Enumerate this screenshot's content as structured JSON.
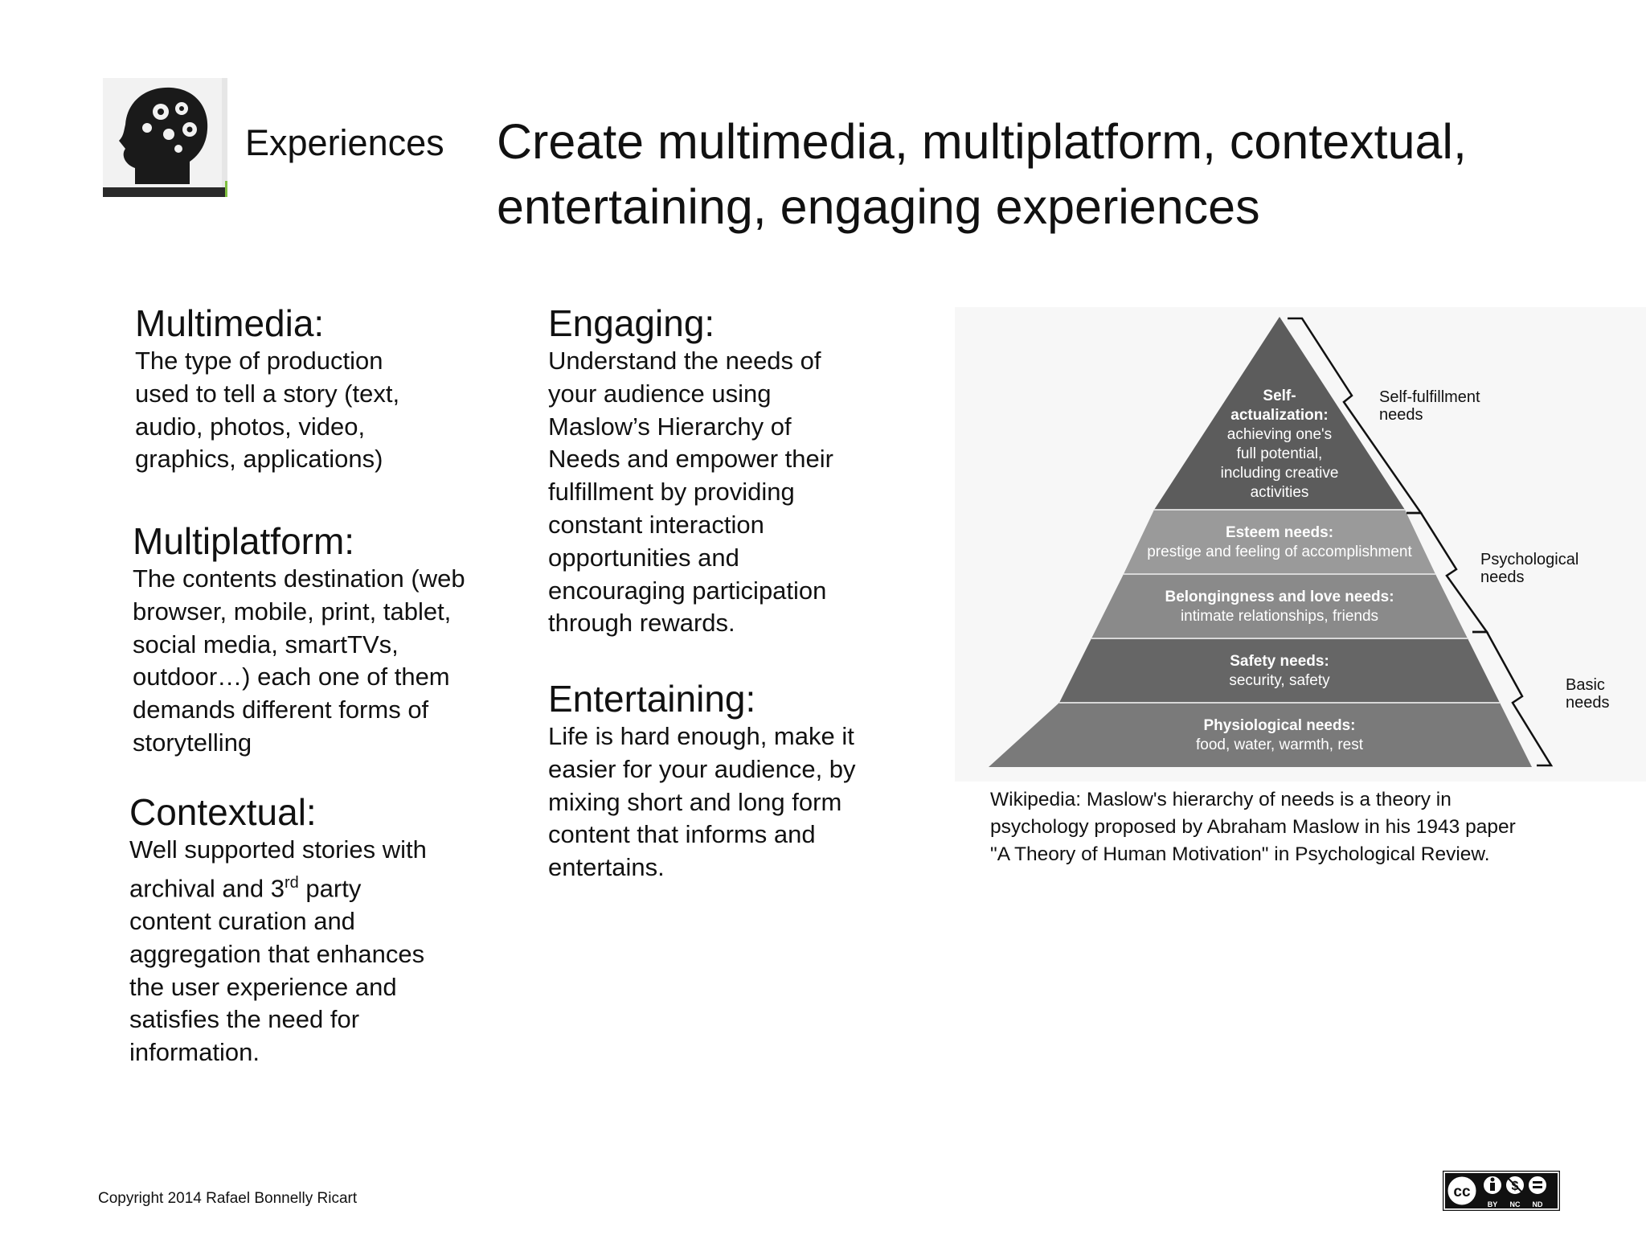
{
  "header": {
    "section_label": "Experiences",
    "title_line1": "Create multimedia, multiplatform, contextual,",
    "title_line2": "entertaining, engaging experiences"
  },
  "sections": {
    "multimedia": {
      "heading": "Multimedia:",
      "lines": [
        "The type of production",
        "used to tell a story (text,",
        "audio, photos, video,",
        "graphics, applications)"
      ]
    },
    "multiplatform": {
      "heading": "Multiplatform:",
      "lines": [
        "The contents destination (web",
        "browser, mobile, print, tablet,",
        "social media, smartTVs,",
        "outdoor…) each one of them",
        "demands different forms of",
        "storytelling"
      ]
    },
    "contextual": {
      "heading": "Contextual:",
      "line1": "Well supported stories with",
      "line2_pre": "archival and 3",
      "line2_sup": "rd",
      "line2_post": " party",
      "lines_rest": [
        "content curation and",
        "aggregation that enhances",
        "the user experience and",
        "satisfies the need for",
        "information."
      ]
    },
    "engaging": {
      "heading": "Engaging:",
      "lines": [
        "Understand the needs of",
        "your audience using",
        "Maslow’s Hierarchy of",
        "Needs and empower their",
        "fulfillment by providing",
        "constant interaction",
        "opportunities and",
        "encouraging participation",
        "through rewards."
      ]
    },
    "entertaining": {
      "heading": "Entertaining:",
      "lines": [
        "Life is hard enough, make it",
        "easier for your audience, by",
        "mixing short and long form",
        "content that informs and",
        "entertains."
      ]
    }
  },
  "pyramid": {
    "levels": [
      {
        "name": "Self-actualization:",
        "name_line1": "Self-",
        "name_line2": "actualization:",
        "desc_lines": [
          "achieving one's",
          "full potential,",
          "including creative",
          "activities"
        ],
        "color": "#5c5c5c"
      },
      {
        "name": "Esteem needs:",
        "desc_lines": [
          "prestige and feeling of accomplishment"
        ],
        "color": "#9a9a9a"
      },
      {
        "name": "Belongingness and love needs:",
        "desc_lines": [
          "intimate relationships, friends"
        ],
        "color": "#8a8a8a"
      },
      {
        "name": "Safety needs:",
        "desc_lines": [
          "security, safety"
        ],
        "color": "#666666"
      },
      {
        "name": "Physiological needs:",
        "desc_lines": [
          "food, water, warmth, rest"
        ],
        "color": "#7a7a7a"
      }
    ],
    "groups": [
      {
        "line1": "Self-fulfillment",
        "line2": "needs"
      },
      {
        "line1": "Psychological",
        "line2": "needs"
      },
      {
        "line1": "Basic",
        "line2": "needs"
      }
    ]
  },
  "caption": {
    "line1": "Wikipedia: Maslow's hierarchy of needs is a theory in",
    "line2": "psychology proposed by Abraham Maslow in his 1943 paper",
    "line3": "\"A Theory of Human Motivation\" in Psychological Review."
  },
  "footer": {
    "copyright": "Copyright 2014 Rafael Bonnelly Ricart",
    "license": {
      "symbol": "cc",
      "by": "BY",
      "nc": "NC",
      "nd": "ND"
    }
  },
  "icons": {
    "logo": "head-with-gears-icon",
    "license": "creative-commons-license-icon"
  }
}
